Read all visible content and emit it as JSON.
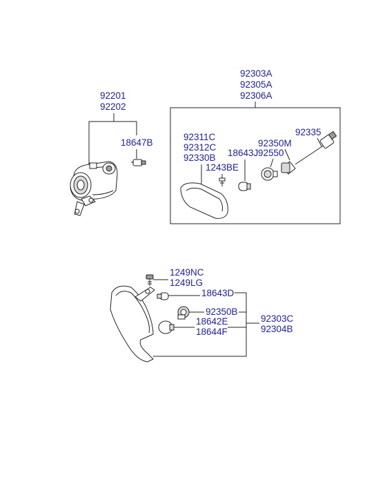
{
  "colors": {
    "label": "#1c1fa8",
    "line": "#222222",
    "background": "#ffffff"
  },
  "fog_lamp": {
    "part_numbers": [
      "92201",
      "92202"
    ],
    "bulb": "18647B"
  },
  "side_repeater": {
    "part_numbers": [
      "92303A",
      "92305A",
      "92306A"
    ],
    "lens": [
      "92311C",
      "92312C",
      "92330B"
    ],
    "screw": "1243BE",
    "bulb": "18643J",
    "socket": [
      "92350M",
      "92550"
    ],
    "harness": "92335"
  },
  "corner_lamp": {
    "screw": [
      "1249NC",
      "1249LG"
    ],
    "bulb_small": "18643D",
    "socket": "92350B",
    "bulb_large": [
      "18642E",
      "18644F"
    ],
    "part_numbers": [
      "92303C",
      "92304B"
    ]
  }
}
